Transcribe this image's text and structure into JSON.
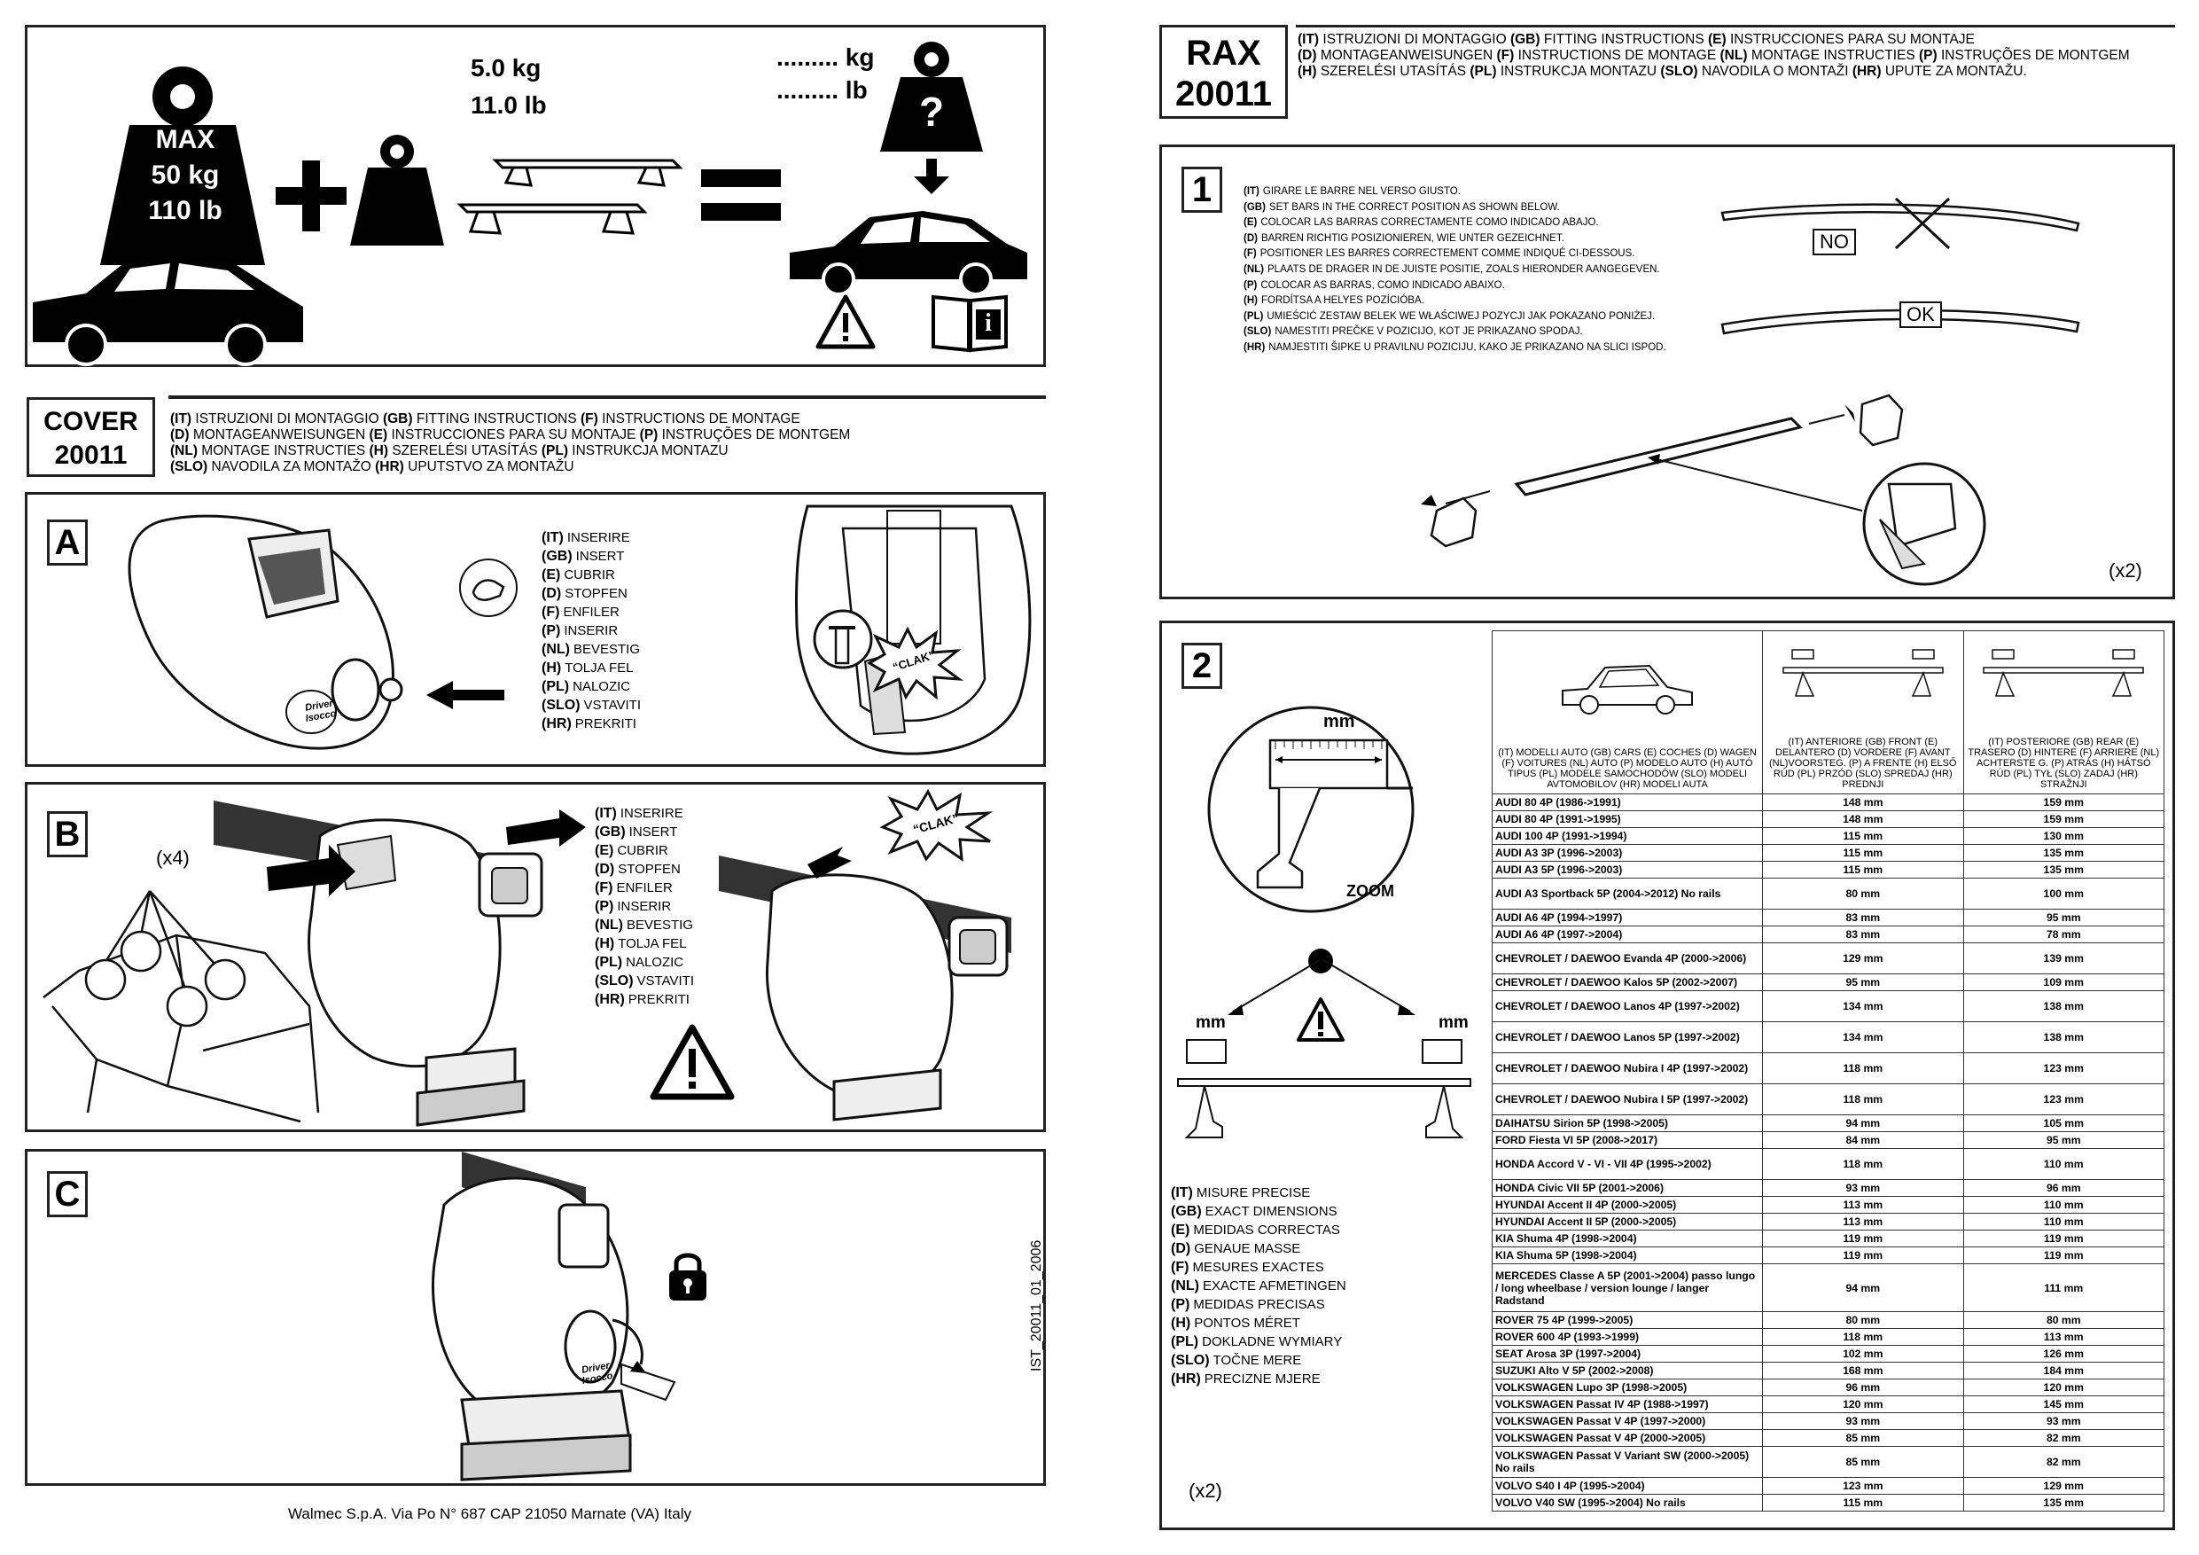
{
  "top": {
    "max_label": "MAX",
    "max_kg": "50 kg",
    "max_lb": "110 lb",
    "bar_kg": "5.0 kg",
    "bar_lb": "11.0 lb",
    "result_kg": "......... kg",
    "result_lb": "......... lb",
    "question": "?",
    "book_icon_letter": "i"
  },
  "cover": {
    "code_line1": "COVER",
    "code_line2": "20011",
    "lang_lines": [
      [
        "(IT)",
        " ISTRUZIONI DI MONTAGGIO ",
        "(GB)",
        " FITTING INSTRUCTIONS ",
        "(F)",
        " INSTRUCTIONS DE MONTAGE"
      ],
      [
        "(D)",
        " MONTAGEANWEISUNGEN ",
        "(E)",
        " INSTRUCCIONES PARA SU MONTAJE ",
        "(P)",
        " INSTRUÇÕES DE MONTGEM"
      ],
      [
        "(NL)",
        " MONTAGE INSTRUCTIES  ",
        "(H)",
        " SZERELÉSI UTASÍTÁS ",
        "(PL)",
        " INSTRUKCJA MONTAZU"
      ],
      [
        "(SLO)",
        " NAVODILA ZA MONTAŽO ",
        "(HR)",
        " UPUTSTVO ZA MONTAŽU",
        "",
        ""
      ]
    ]
  },
  "rax": {
    "code_line1": "RAX",
    "code_line2": "20011",
    "lang_lines": [
      [
        "(IT)",
        " ISTRUZIONI DI MONTAGGIO ",
        "(GB)",
        " FITTING INSTRUCTIONS ",
        "(E)",
        " INSTRUCCIONES PARA SU MONTAJE",
        "",
        ""
      ],
      [
        "(D)",
        " MONTAGEANWEISUNGEN ",
        "(F)",
        " INSTRUCTIONS DE MONTAGE ",
        "(NL)",
        " MONTAGE INSTRUCTIES ",
        "(P)",
        " INSTRUÇÕES DE MONTGEM"
      ],
      [
        "(H)",
        " SZERELÉSI UTASÍTÁS ",
        "(PL)",
        " INSTRUKCJA MONTAZU ",
        "(SLO)",
        " NAVODILA O MONTAŽI ",
        "(HR)",
        " UPUTE ZA MONTAŽU."
      ]
    ]
  },
  "insert_list": [
    [
      "(IT)",
      "INSERIRE"
    ],
    [
      "(GB)",
      "INSERT"
    ],
    [
      "(E)",
      "CUBRIR"
    ],
    [
      "(D)",
      "STOPFEN"
    ],
    [
      "(F)",
      "ENFILER"
    ],
    [
      "(P)",
      "INSERIR"
    ],
    [
      "(NL)",
      "BEVESTIG"
    ],
    [
      "(H)",
      "TOLJA FEL"
    ],
    [
      "(PL)",
      "NALOZIC"
    ],
    [
      "(SLO)",
      "VSTAVITI"
    ],
    [
      "(HR)",
      "PREKRITI"
    ]
  ],
  "panel_a": {
    "letter": "A",
    "clak": "“CLAK”",
    "logo": "Driver Isocco"
  },
  "panel_b": {
    "letter": "B",
    "count": "(x4)",
    "clak": "“CLAK”"
  },
  "panel_c": {
    "letter": "C",
    "doc_code": "IST_20011_01_2006"
  },
  "footer": "Walmec S.p.A. Via Po N° 687 CAP 21050 Marnate (VA) Italy",
  "step1": {
    "number": "1",
    "lines": [
      [
        "(IT)",
        "GIRARE LE BARRE NEL VERSO GIUSTO."
      ],
      [
        "(GB)",
        "SET BARS IN THE CORRECT POSITION AS SHOWN BELOW."
      ],
      [
        "(E)",
        "COLOCAR LAS BARRAS CORRECTAMENTE COMO INDICADO ABAJO."
      ],
      [
        "(D)",
        "BARREN RICHTIG POSIZIONIEREN, WIE UNTER GEZEICHNET."
      ],
      [
        "(F)",
        "POSITIONER LES BARRES CORRECTEMENT COMME INDIQUÉ CI-DESSOUS."
      ],
      [
        "(NL)",
        "PLAATS DE DRAGER IN DE JUISTE POSITIE, ZOALS HIERONDER AANGEGEVEN."
      ],
      [
        "(P)",
        "COLOCAR AS BARRAS, COMO INDICADO ABAIXO."
      ],
      [
        "(H)",
        "FORDÍTSA A HELYES POZÍCIÓBA."
      ],
      [
        "(PL)",
        "UMIEŚCIĆ ZESTAW BELEK WE WŁAŚCIWEJ POZYCJI JAK POKAZANO PONIŻEJ."
      ],
      [
        "(SLO)",
        "NAMESTITI PREČKE V POZICIJO, KOT JE PRIKAZANO SPODAJ."
      ],
      [
        "(HR)",
        "NAMJESTITI ŠIPKE U PRAVILNU POZICIJU, KAKO JE PRIKAZANO NA SLICI ISPOD."
      ]
    ],
    "no_label": "NO",
    "ok_label": "OK",
    "count": "(x2)"
  },
  "step2": {
    "number": "2",
    "mm_top": "mm",
    "zoom": "ZOOM",
    "mm_left": "mm",
    "mm_right": "mm",
    "count": "(x2)",
    "dimensions_list": [
      [
        "(IT)",
        "MISURE PRECISE"
      ],
      [
        "(GB)",
        "EXACT DIMENSIONS"
      ],
      [
        "(E)",
        "MEDIDAS CORRECTAS"
      ],
      [
        "(D)",
        "GENAUE MASSE"
      ],
      [
        "(F)",
        "MESURES EXACTES"
      ],
      [
        "(NL)",
        "EXACTE AFMETINGEN"
      ],
      [
        "(P)",
        "MEDIDAS PRECISAS"
      ],
      [
        "(H)",
        "PONTOS MÉRET"
      ],
      [
        "(PL)",
        "DOKLADNE WYMIARY"
      ],
      [
        "(SLO)",
        "TOČNE MERE"
      ],
      [
        "(HR)",
        "PRECIZNE MJERE"
      ]
    ],
    "table": {
      "header_cars": "(IT) MODELLI AUTO (GB) CARS (E) COCHES (D) WAGEN (F) VOITURES (NL) AUTO (P) MODELO AUTO (H) AUTÓ TIPUS (PL) MODELE SAMOCHODÓW (SLO) MODELI AVTOMOBILOV (HR) MODELI AUTA",
      "header_front": "(IT) ANTERIORE (GB) FRONT (E) DELANTERO (D) VORDERE (F) AVANT (NL)VOORSTEG. (P) A FRENTE (H) ELSŐ RÚD (PL) PRZÓD (SLO) SPREDAJ (HR) PREDNJI",
      "header_rear": "(IT) POSTERIORE (GB) REAR (E) TRASERO (D) HINTERE (F) ARRIERE (NL) ACHTERSTE G. (P) ATRÁS (H) HÁTSÓ RÚD (PL) TYŁ (SLO) ZADAJ (HR) STRAŽNJI",
      "rows": [
        [
          "AUDI 80 4P (1986->1991)",
          "148 mm",
          "159 mm"
        ],
        [
          "AUDI 80 4P (1991->1995)",
          "148 mm",
          "159 mm"
        ],
        [
          "AUDI 100 4P (1991->1994)",
          "115 mm",
          "130 mm"
        ],
        [
          "AUDI A3 3P (1996->2003)",
          "115 mm",
          "135 mm"
        ],
        [
          "AUDI A3 5P (1996->2003)",
          "115 mm",
          "135 mm"
        ],
        [
          "AUDI A3 Sportback 5P (2004->2012) No rails",
          "80 mm",
          "100 mm"
        ],
        [
          "AUDI A6 4P (1994->1997)",
          "83 mm",
          "95 mm"
        ],
        [
          "AUDI A6 4P (1997->2004)",
          "83 mm",
          "78 mm"
        ],
        [
          "CHEVROLET / DAEWOO Evanda 4P (2000->2006)",
          "129 mm",
          "139 mm"
        ],
        [
          "CHEVROLET / DAEWOO Kalos 5P (2002->2007)",
          "95 mm",
          "109 mm"
        ],
        [
          "CHEVROLET / DAEWOO Lanos  4P (1997->2002)",
          "134 mm",
          "138 mm"
        ],
        [
          "CHEVROLET / DAEWOO Lanos  5P (1997->2002)",
          "134 mm",
          "138 mm"
        ],
        [
          "CHEVROLET / DAEWOO Nubira I 4P (1997->2002)",
          "118 mm",
          "123 mm"
        ],
        [
          "CHEVROLET / DAEWOO Nubira I 5P (1997->2002)",
          "118 mm",
          "123 mm"
        ],
        [
          "DAIHATSU Sirion 5P (1998->2005)",
          "94 mm",
          "105 mm"
        ],
        [
          "FORD Fiesta VI 5P (2008->2017)",
          "84 mm",
          "95 mm"
        ],
        [
          "HONDA Accord V - VI - VII 4P (1995->2002)",
          "118 mm",
          "110 mm"
        ],
        [
          "HONDA Civic VII  5P (2001->2006)",
          "93 mm",
          "96 mm"
        ],
        [
          "HYUNDAI Accent II  4P (2000->2005)",
          "113 mm",
          "110 mm"
        ],
        [
          "HYUNDAI Accent II  5P (2000->2005)",
          "113 mm",
          "110 mm"
        ],
        [
          "KIA Shuma 4P (1998->2004)",
          "119 mm",
          "119 mm"
        ],
        [
          "KIA Shuma 5P (1998->2004)",
          "119 mm",
          "119 mm"
        ],
        [
          "MERCEDES Classe A 5P (2001->2004) passo lungo / long wheelbase / version lounge / langer Radstand",
          "94 mm",
          "111 mm"
        ],
        [
          "ROVER 75 4P (1999->2005)",
          "80 mm",
          "80 mm"
        ],
        [
          "ROVER 600 4P (1993->1999)",
          "118 mm",
          "113 mm"
        ],
        [
          "SEAT Arosa 3P (1997->2004)",
          "102 mm",
          "126 mm"
        ],
        [
          "SUZUKI Alto V 5P (2002->2008)",
          "168 mm",
          "184 mm"
        ],
        [
          "VOLKSWAGEN Lupo 3P (1998->2005)",
          "96 mm",
          "120 mm"
        ],
        [
          "VOLKSWAGEN Passat IV 4P (1988->1997)",
          "120 mm",
          "145 mm"
        ],
        [
          "VOLKSWAGEN Passat V 4P (1997->2000)",
          "93 mm",
          "93 mm"
        ],
        [
          "VOLKSWAGEN Passat V 4P (2000->2005)",
          "85 mm",
          "82 mm"
        ],
        [
          "VOLKSWAGEN Passat V Variant SW (2000->2005) No rails",
          "85 mm",
          "82 mm"
        ],
        [
          "VOLVO S40 I 4P (1995->2004)",
          "123 mm",
          "129 mm"
        ],
        [
          "VOLVO V40 SW (1995->2004) No rails",
          "115 mm",
          "135 mm"
        ]
      ]
    }
  }
}
